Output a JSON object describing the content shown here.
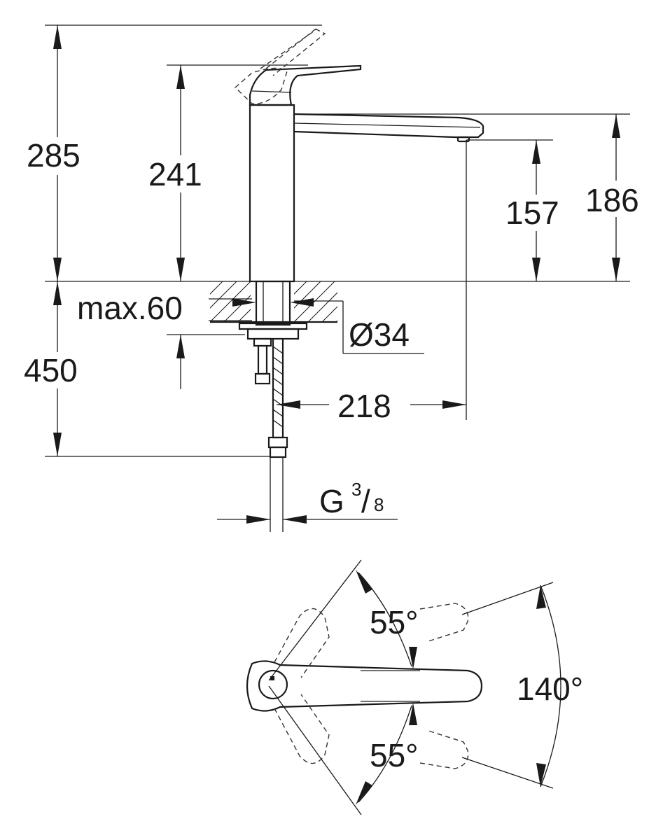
{
  "dimensions": {
    "total_height": "285",
    "lever_height": "241",
    "spout_height": "186",
    "outlet_height": "157",
    "deck_thickness": "max.60",
    "hole_diameter": "Ø34",
    "below_deck": "450",
    "spout_reach": "218",
    "thread_prefix": "G",
    "thread_num": "3",
    "thread_den": "/8"
  },
  "angles": {
    "swivel_upper": "55°",
    "swivel_lower": "55°",
    "swivel_total": "140°"
  }
}
